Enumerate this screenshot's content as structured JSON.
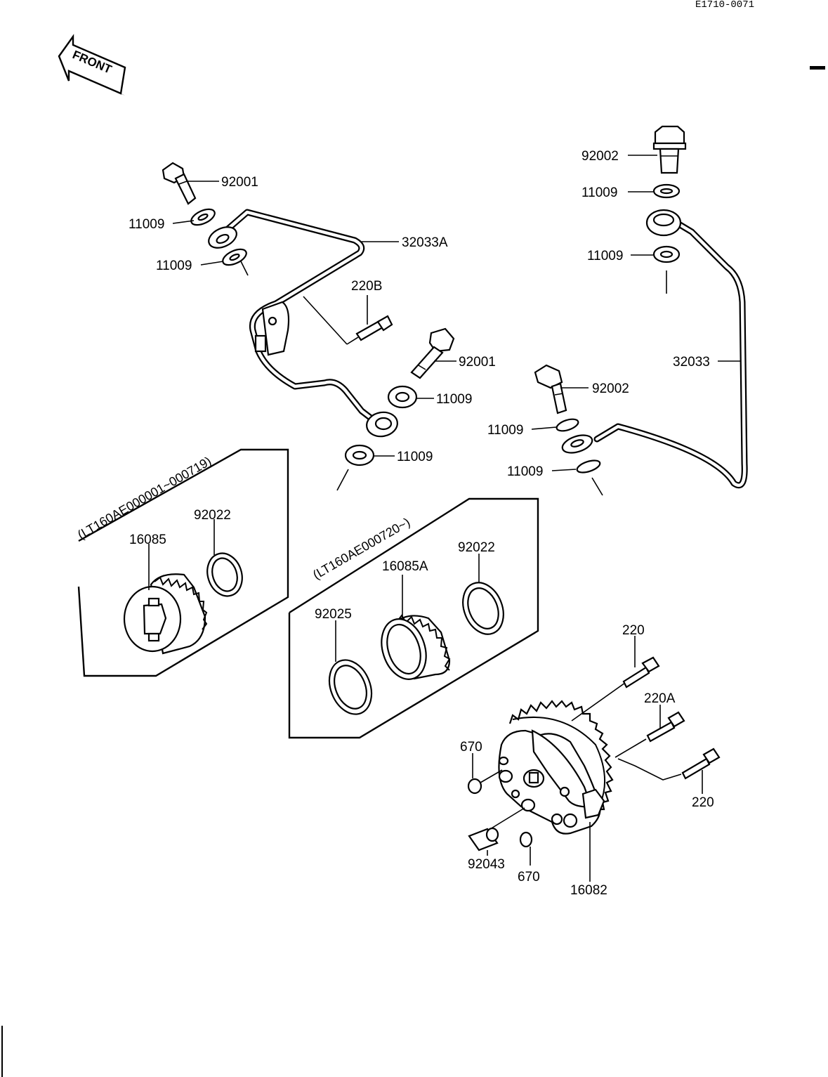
{
  "document": {
    "code": "E1710-0071",
    "front_label": "FRONT"
  },
  "labels": {
    "p92001_a": "92001",
    "p11009_a": "11009",
    "p11009_b": "11009",
    "p32033A": "32033A",
    "p220B": "220B",
    "p92001_b": "92001",
    "p11009_c": "11009",
    "p11009_d": "11009",
    "p92002_a": "92002",
    "p11009_e": "11009",
    "p11009_f": "11009",
    "p32033": "32033",
    "p92002_b": "92002",
    "p11009_g": "11009",
    "p11009_h": "11009",
    "p92022_a": "92022",
    "p16085": "16085",
    "p92022_b": "92022",
    "p16085A": "16085A",
    "p92025": "92025",
    "p220_a": "220",
    "p220A": "220A",
    "p220_b": "220",
    "p670_a": "670",
    "p670_b": "670",
    "p92043": "92043",
    "p16082": "16082"
  },
  "serials": {
    "early": "(LT160AE000001~000719)",
    "late": "(LT160AE000720~)"
  }
}
